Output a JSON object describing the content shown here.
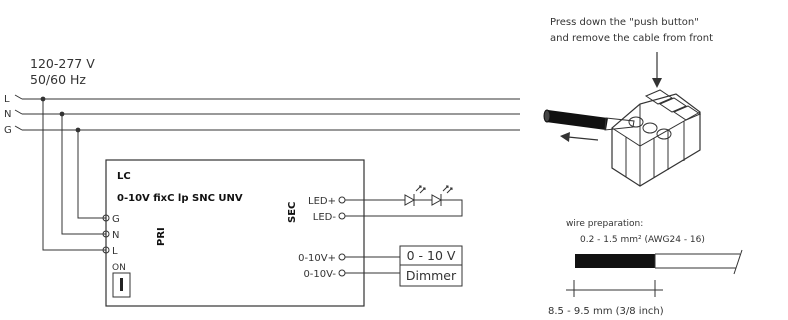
{
  "supply": {
    "voltage": "120-277 V",
    "frequency": "50/60 Hz"
  },
  "lines": [
    {
      "label": "L"
    },
    {
      "label": "N"
    },
    {
      "label": "G"
    }
  ],
  "driver": {
    "brand": "LC",
    "model": "0-10V fixC lp SNC UNV",
    "pri_label": "PRI",
    "sec_label": "SEC",
    "terminals_in": [
      "G",
      "N",
      "L"
    ],
    "switch_label": "ON",
    "terminals_out": [
      "LED+",
      "LED-",
      "0-10V+",
      "0-10V-"
    ]
  },
  "dimmer": {
    "line1": "0 - 10 V",
    "line2": "Dimmer"
  },
  "instructions": {
    "line1": "Press down the \"push button\"",
    "line2": "and remove the cable from front"
  },
  "wire": {
    "title": "wire preparation:",
    "section": "0.2 - 1.5 mm² (AWG24 - 16)",
    "strip_length": "8.5 - 9.5 mm (3/8 inch)"
  },
  "colors": {
    "line": "#333333",
    "text": "#333333"
  }
}
